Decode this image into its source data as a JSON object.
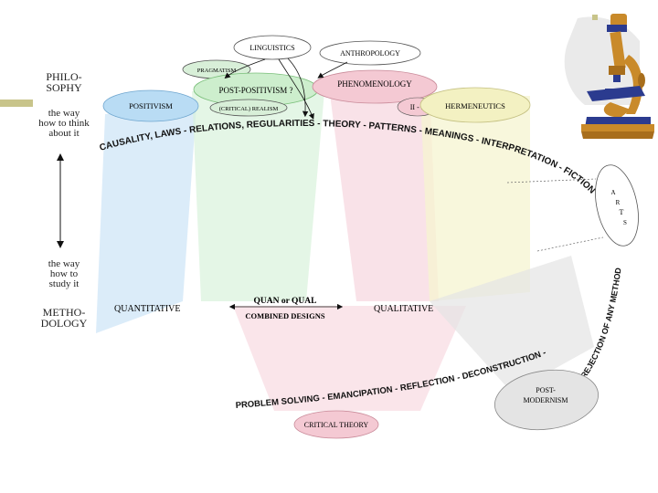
{
  "left": {
    "philosophy": [
      "PHILO-",
      "SOPHY"
    ],
    "think": [
      "the way",
      "how to think",
      "about it"
    ],
    "study": [
      "the way",
      "how to",
      "study it"
    ],
    "methodology": [
      "METHO-",
      "DOLOGY"
    ]
  },
  "ovals": {
    "linguistics": "LINGUISTICS",
    "anthropology": "ANTHROPOLOGY",
    "pragmatism": "PRAGMATISM",
    "post_positivism": "POST-POSITIVISM ?",
    "critical_realism": "(CRITICAL) REALISM",
    "positivism": "POSITIVISM",
    "phenomenology": "PHENOMENOLOGY",
    "ip": "II - P",
    "hermeneutics": "HERMENEUTICS",
    "critical_theory": "CRITICAL THEORY",
    "post_modernism": [
      "POST-",
      "MODERNISM"
    ],
    "arts": [
      "A",
      "R",
      "T",
      "S"
    ]
  },
  "arc": {
    "top": "CAUSALITY, LAWS - RELATIONS, REGULARITIES - THEORY - PATTERNS - MEANINGS - INTERPRETATION - FICTION",
    "right": "REJECTION OF ANY METHOD",
    "bottom": "PROBLEM SOLVING  -  EMANCIPATION  -  REFLECTION - DECONSTRUCTION -"
  },
  "methods": {
    "quantitative": "QUANTITATIVE",
    "quan_qual": "QUAN or QUAL",
    "combined": "COMBINED DESIGNS",
    "qualitative": "QUALITATIVE"
  },
  "colors": {
    "blue": "#cfe6f7",
    "green": "#d9f2dc",
    "pink": "#f6d3dc",
    "yellow": "#f6f4d0",
    "gray": "#e4e4e4",
    "accent": "#c8c48a",
    "microscope_body": "#c98a2a",
    "microscope_base": "#2b3b8f"
  }
}
